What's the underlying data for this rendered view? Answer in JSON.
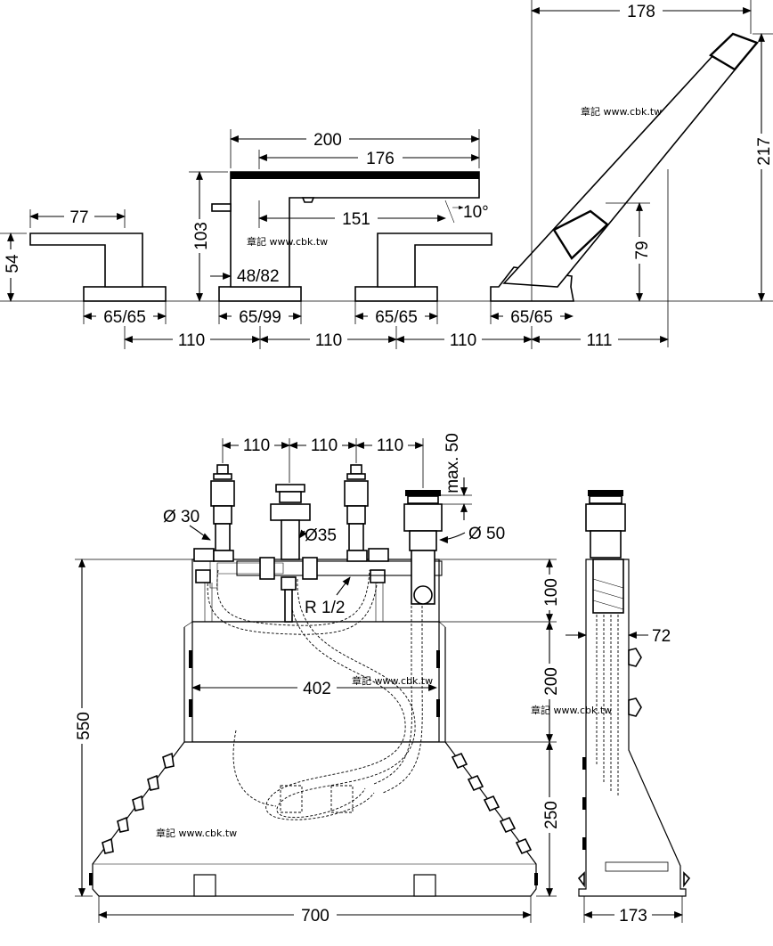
{
  "top_view": {
    "handle_left": {
      "width": "77",
      "height": "54",
      "base": "65/65"
    },
    "spout": {
      "width": "200",
      "inner_width": "176",
      "reach": "151",
      "height": "103",
      "base_offset": "48/82",
      "base": "65/99",
      "angle": "10°"
    },
    "handle_right": {
      "base": "65/65"
    },
    "hand_shower": {
      "width": "178",
      "height": "217",
      "holder_height": "79",
      "base": "65/65"
    },
    "spacing": [
      "110",
      "110",
      "110",
      "111"
    ]
  },
  "install_view": {
    "spacing": [
      "110",
      "110",
      "110"
    ],
    "max_label": "max. 50",
    "diameter_valve": "Ø 30",
    "diameter_spout": "Ø35",
    "diameter_shower": "Ø 50",
    "thread": "R 1/2",
    "width_inner": "402",
    "total_height": "550",
    "segment_heights": [
      "100",
      "200",
      "250"
    ],
    "total_width": "700",
    "side_depth": "72",
    "side_width": "173"
  },
  "watermarks": [
    "章記 www.cbk.tw",
    "章記 www.cbk.tw",
    "章記 www.cbk.tw",
    "章記 www.cbk.tw",
    "章記 www.cbk.tw"
  ]
}
